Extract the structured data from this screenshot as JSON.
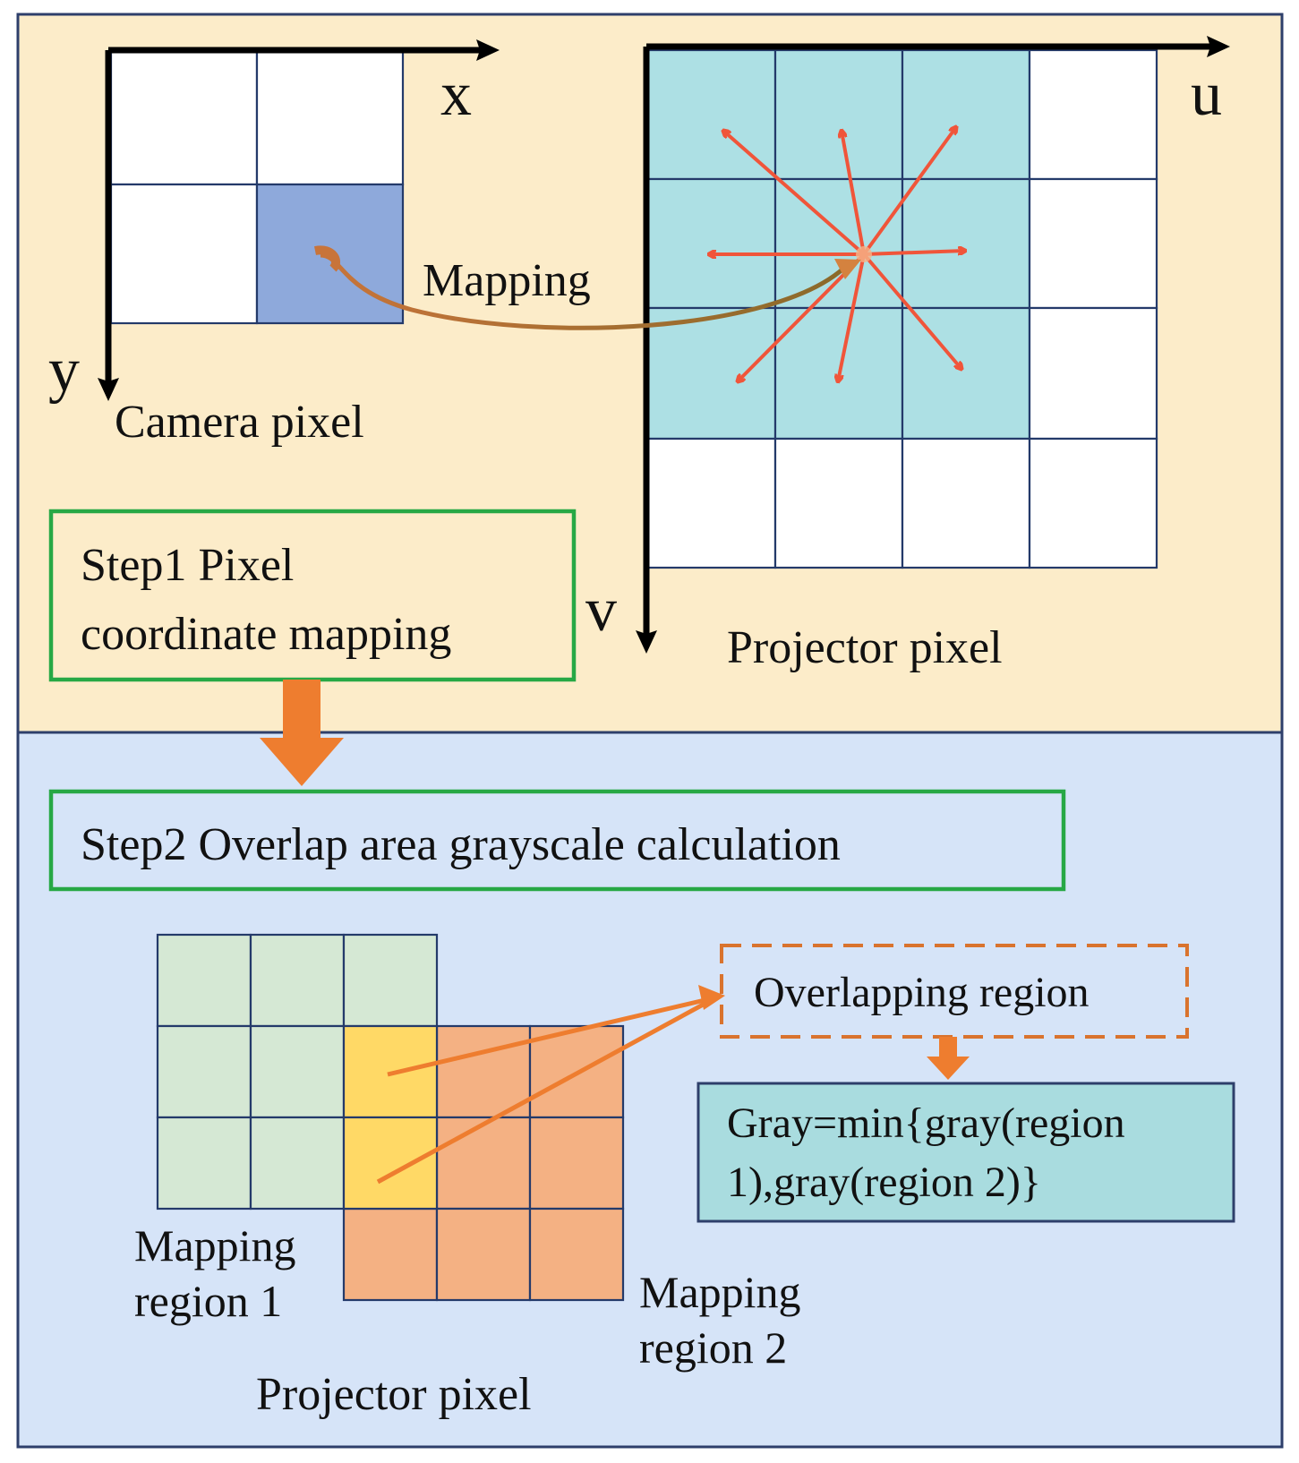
{
  "top": {
    "camera": {
      "x_axis_label": "x",
      "y_axis_label": "y",
      "caption": "Camera pixel",
      "colors": {
        "cell": "#ffffff",
        "mapped_cell": "#8ea9db"
      }
    },
    "mapping_label": "Mapping",
    "projector": {
      "u_axis_label": "u",
      "v_axis_label": "v",
      "caption": "Projector pixel",
      "colors": {
        "cell": "#ffffff",
        "highlight": "#ade0e4"
      }
    },
    "step1": {
      "line1": "Step1 Pixel",
      "line2": "coordinate mapping"
    }
  },
  "bottom": {
    "step2": {
      "label": "Step2 Overlap area grayscale calculation"
    },
    "region1_label": {
      "line1": "Mapping",
      "line2": "region 1"
    },
    "region2_label": {
      "line1": "Mapping",
      "line2": "region 2"
    },
    "overlap_label": "Overlapping region",
    "formula": {
      "line1": "Gray=min{gray(region",
      "line2": "1),gray(region 2)}"
    },
    "caption": "Projector pixel",
    "colors": {
      "region1": "#d5e8d4",
      "region2": "#f4b183",
      "overlap": "#ffd966",
      "formula_box": "#a9dcdf",
      "arrow": "#ee7d2f"
    }
  }
}
